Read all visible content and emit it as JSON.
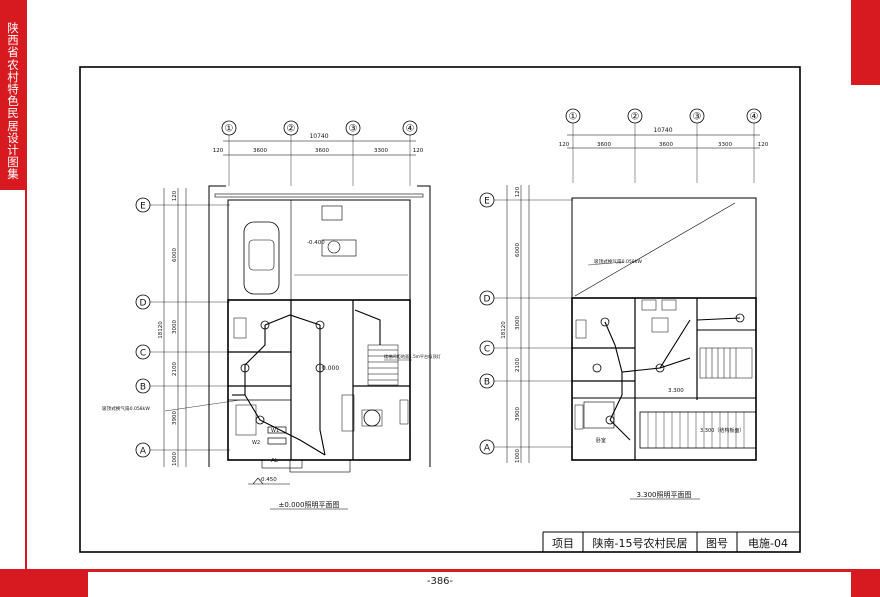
{
  "side_title": "陕西省农村特色民居设计图集",
  "page_number": "-386-",
  "title_block": {
    "label_project": "项目",
    "project_name": "陕南-15号农村民居",
    "label_drawing_no": "图号",
    "drawing_no": "电施-04"
  },
  "plan_left": {
    "axes": [
      "①",
      "②",
      "③",
      "④"
    ],
    "row_axes": [
      "E",
      "D",
      "C",
      "B",
      "A"
    ],
    "overall_width": "10740",
    "bays": [
      "120",
      "3600",
      "3600",
      "3300",
      "120"
    ],
    "row_dims": [
      "120",
      "6000",
      "3000",
      "2100",
      "3900",
      "1000"
    ],
    "total_depth": "18120",
    "elev_yard": "-0.400",
    "elev_floor": "0.000",
    "elev_outside": "-0.450",
    "note_fan": "吸顶式换气扇0.058kW",
    "note_light": "楼梯间距地面1.5m平台吸顶灯",
    "box_w1": "W1",
    "box_w2": "W2",
    "box_al": "AL",
    "caption": "±0.000照明平面图"
  },
  "plan_right": {
    "axes": [
      "①",
      "②",
      "③",
      "④"
    ],
    "row_axes": [
      "E",
      "D",
      "C",
      "B",
      "A"
    ],
    "overall_width": "10740",
    "bays": [
      "120",
      "3600",
      "3600",
      "3300",
      "120"
    ],
    "row_dims": [
      "120",
      "6000",
      "3000",
      "2100",
      "3900",
      "1000"
    ],
    "total_depth": "18120",
    "note_fan": "吸顶式换气扇0.058kW",
    "elev_floor": "3.300",
    "elev_balcony": "3.300（结构板面）",
    "room_label": "卧室",
    "caption": "3.300照明平面图"
  }
}
